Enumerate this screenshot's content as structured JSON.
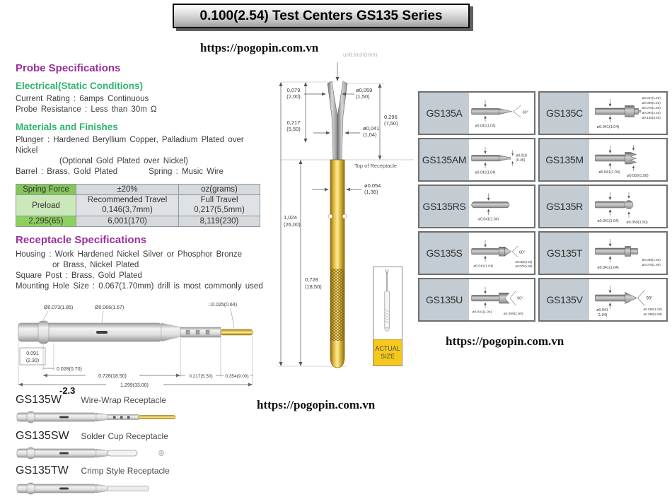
{
  "page": {
    "title": "0.100(2.54) Test Centers GS135 Series",
    "url": "https://pogopin.com.vn"
  },
  "colors": {
    "heading_purple": "#9b2f9b",
    "heading_green": "#2eb46e",
    "table_header_green": "#85c65a",
    "table_preload_green": "#cbe8ba",
    "table_value_green": "#8ed05f",
    "table_gray": "#d7dadc",
    "barrel_gold": "#d4a92c",
    "actual_size_yellow": "#f6c81c",
    "cell_label_gray": "#c3ccd2"
  },
  "probe_specs": {
    "heading": "Probe Specifications",
    "electrical_heading": "Electrical(Static Conditions)",
    "electrical_lines": [
      "Current Rating : 6amps Continuous",
      "Probe Resistance : Less than 30m Ω"
    ],
    "materials_heading": "Materials and Finishes",
    "materials_lines": [
      "Plunger : Hardened Beryllium Copper, Palladium Plated over Nickel",
      "(Optional Gold Plated over Nickel)",
      "Barrel : Brass, Gold Plated",
      "Spring : Music Wire"
    ]
  },
  "spring_table": {
    "col1_header": "Spring Force",
    "col2_header": "±20%",
    "col3_header": "oz(grams)",
    "row2_col1": "Preload",
    "row2_col2_line1": "Recommended Travel",
    "row2_col2_line2": "0,146(3,7mm)",
    "row2_col3_line1": "Full Travel",
    "row2_col3_line2": "0,217(5,5mm)",
    "row3": [
      "2,295(65)",
      "6,001(170)",
      "8,119(230)"
    ]
  },
  "receptacle_specs": {
    "heading": "Receptacle Specifications",
    "lines": [
      "Housing : Work Hardened Nickel Silver or Phosphor Bronze",
      "or Brass, Nickel Plated",
      "Square Post : Brass, Gold Plated",
      "Mounting Hole Size : 0.067(1.70mm) drill is most commonly used"
    ]
  },
  "receptacle_drawing": {
    "dia_collar": "Ø0.073(1.85)",
    "dia_body": "Ø0.066(1.67)",
    "sq_post": "□0.025(0.64)",
    "dim_left_line1": "0.091",
    "dim_left_line2": "(2.30)",
    "dim_collar_len": "0.028(0.70)",
    "dim_body_len": "0.728(18.50)",
    "dim_mid_len": "0.217(5.50)",
    "dim_tail_len": "0.354(9.00)",
    "dim_total_len": "1.299(33.00)",
    "note": "-2.3"
  },
  "probe_drawing": {
    "unit_note": "unit:inch(mm)",
    "tip_width_in": "0,079",
    "tip_width_mm": "(2,00)",
    "tip_dia_in": "ø0,059",
    "tip_dia_mm": "(1,50)",
    "exposed_in": "0,296",
    "exposed_mm": "(7,50)",
    "travel_in": "0,217",
    "travel_mm": "(5,50)",
    "plunger_dia_in": "ø0,041",
    "plunger_dia_mm": "(1,04)",
    "barrel_dia_in": "ø0,054",
    "barrel_dia_mm": "(1,36)",
    "total_len_in": "1,024",
    "total_len_mm": "(26,00)",
    "barrel_len_in": "0,728",
    "barrel_len_mm": "(18,50)",
    "top_label": "Top of Receptacle",
    "actual_size_line1": "ACTUAL",
    "actual_size_line2": "SIZE"
  },
  "tip_grid": [
    {
      "model": "GS135A",
      "dim_below": "ø0.041(1.04)",
      "angle": "30°"
    },
    {
      "model": "GS135C",
      "dim_below": "ø0.041(1.04)",
      "stack": [
        "ø0.047(1.20)",
        "ø0.059(1.50)",
        "ø0.075(1.90)",
        "ø0.094(2.40)",
        "ø0.138(3.50)"
      ]
    },
    {
      "model": "GS135AM",
      "dim_below": "ø0.041(1.04)",
      "stack": [
        "ø0.018",
        "(0.45)"
      ]
    },
    {
      "model": "GS135M",
      "dim_below": "ø0.041(1.04)",
      "dim_right": "ø0.059(1.50)"
    },
    {
      "model": "GS135RS",
      "dim_below": "ø0.041(1.04)"
    },
    {
      "model": "GS135R",
      "dim_below": "ø0.041(1.04)",
      "dim_right": "ø0.059(1.50)"
    },
    {
      "model": "GS135S",
      "dim_below": "ø0.041(1.04)",
      "angle": "60°",
      "stack": [
        "ø0.059(1.50)",
        "ø0.075(1.90)"
      ]
    },
    {
      "model": "GS135T",
      "dim_below": "ø0.041(1.04)",
      "stack": [
        "ø0.059(1.50)",
        "ø0.075(1.90)"
      ]
    },
    {
      "model": "GS135U",
      "dim_below": "ø0.041(1.04)",
      "angle": "90°",
      "dim_right": "ø0.059(1.50)"
    },
    {
      "model": "GS135V",
      "dim_below_line1": "ø0.041",
      "dim_below_line2": "(1.04)",
      "angle": "90°",
      "stack": [
        "ø0.059(1.50)",
        "ø0.098(2.50)"
      ]
    }
  ],
  "receptacle_types": [
    {
      "model": "GS135W",
      "desc": "Wire-Wrap Receptacle"
    },
    {
      "model": "GS135SW",
      "desc": "Solder Cup Receptacle"
    },
    {
      "model": "GS135TW",
      "desc": "Crimp Style Receptacle"
    }
  ]
}
